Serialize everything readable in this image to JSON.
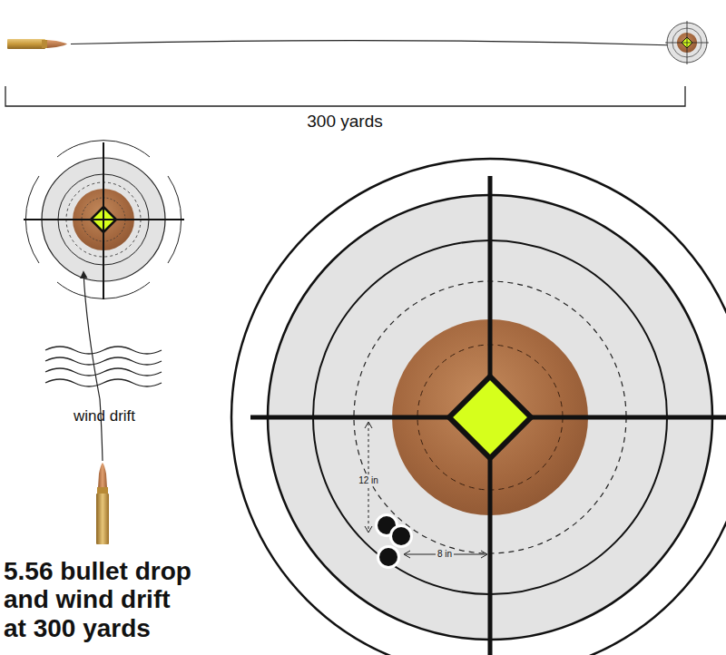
{
  "diagram": {
    "title": "5.56 bullet drop and wind drift at 300 yards",
    "labels": [
      "300 yards",
      "wind drift",
      "12 in",
      "8 in"
    ]
  }
}
